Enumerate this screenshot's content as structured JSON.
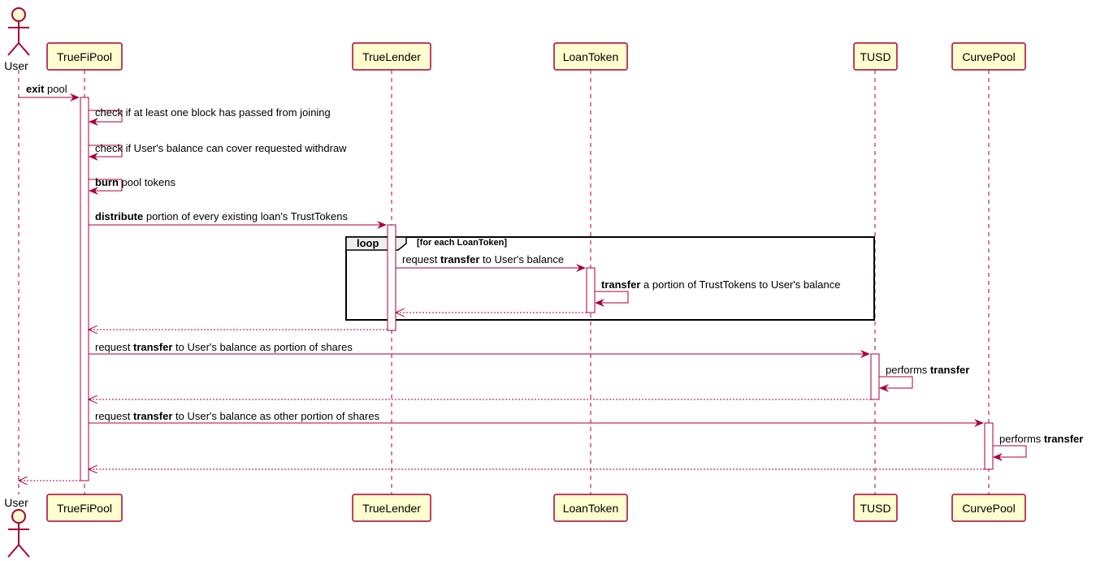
{
  "colors": {
    "arrow": "#A80036",
    "participant_fill": "#FEFECE",
    "activation_fill": "#FFFFFF",
    "frame": "#000000",
    "frame_tab_fill": "#EEEEEE"
  },
  "participants": {
    "user": {
      "label": "User",
      "icon": "actor-stick-figure-icon"
    },
    "truefipool": {
      "label": "TrueFiPool"
    },
    "truelender": {
      "label": "TrueLender"
    },
    "loantoken": {
      "label": "LoanToken"
    },
    "tusd": {
      "label": "TUSD"
    },
    "curvepool": {
      "label": "CurvePool"
    }
  },
  "messages": [
    {
      "from": "user",
      "to": "truefipool",
      "style": "solid",
      "parts": [
        {
          "t": "exit",
          "b": true
        },
        {
          "t": " pool",
          "b": false
        }
      ]
    },
    {
      "from": "truefipool",
      "to": "truefipool",
      "style": "self",
      "parts": [
        {
          "t": "check if at least one block has passed from joining",
          "b": false
        }
      ]
    },
    {
      "from": "truefipool",
      "to": "truefipool",
      "style": "self",
      "parts": [
        {
          "t": "check if User's balance can cover requested withdraw",
          "b": false
        }
      ]
    },
    {
      "from": "truefipool",
      "to": "truefipool",
      "style": "self",
      "parts": [
        {
          "t": "burn",
          "b": true
        },
        {
          "t": " pool tokens",
          "b": false
        }
      ]
    },
    {
      "from": "truefipool",
      "to": "truelender",
      "style": "solid",
      "parts": [
        {
          "t": "distribute",
          "b": true
        },
        {
          "t": " portion of every existing loan's TrustTokens",
          "b": false
        }
      ]
    },
    {
      "from": "truelender",
      "to": "loantoken",
      "style": "solid",
      "parts": [
        {
          "t": "request ",
          "b": false
        },
        {
          "t": "transfer",
          "b": true
        },
        {
          "t": " to User's balance",
          "b": false
        }
      ]
    },
    {
      "from": "loantoken",
      "to": "loantoken",
      "style": "self",
      "parts": [
        {
          "t": "transfer",
          "b": true
        },
        {
          "t": " a portion of TrustTokens to User's balance",
          "b": false
        }
      ]
    },
    {
      "from": "loantoken",
      "to": "truelender",
      "style": "dashed",
      "parts": []
    },
    {
      "from": "truelender",
      "to": "truefipool",
      "style": "dashed",
      "parts": []
    },
    {
      "from": "truefipool",
      "to": "tusd",
      "style": "solid",
      "parts": [
        {
          "t": "request ",
          "b": false
        },
        {
          "t": "transfer",
          "b": true
        },
        {
          "t": " to User's balance as portion of shares",
          "b": false
        }
      ]
    },
    {
      "from": "tusd",
      "to": "tusd",
      "style": "self",
      "parts": [
        {
          "t": "performs ",
          "b": false
        },
        {
          "t": "transfer",
          "b": true
        }
      ]
    },
    {
      "from": "tusd",
      "to": "truefipool",
      "style": "dashed",
      "parts": []
    },
    {
      "from": "truefipool",
      "to": "curvepool",
      "style": "solid",
      "parts": [
        {
          "t": "request ",
          "b": false
        },
        {
          "t": "transfer",
          "b": true
        },
        {
          "t": " to User's balance as other portion of shares",
          "b": false
        }
      ]
    },
    {
      "from": "curvepool",
      "to": "curvepool",
      "style": "self",
      "parts": [
        {
          "t": "performs ",
          "b": false
        },
        {
          "t": "transfer",
          "b": true
        }
      ]
    },
    {
      "from": "curvepool",
      "to": "truefipool",
      "style": "dashed",
      "parts": []
    },
    {
      "from": "truefipool",
      "to": "user",
      "style": "dashed",
      "parts": []
    }
  ],
  "loop": {
    "keyword": "loop",
    "condition": "[for each LoanToken]"
  }
}
